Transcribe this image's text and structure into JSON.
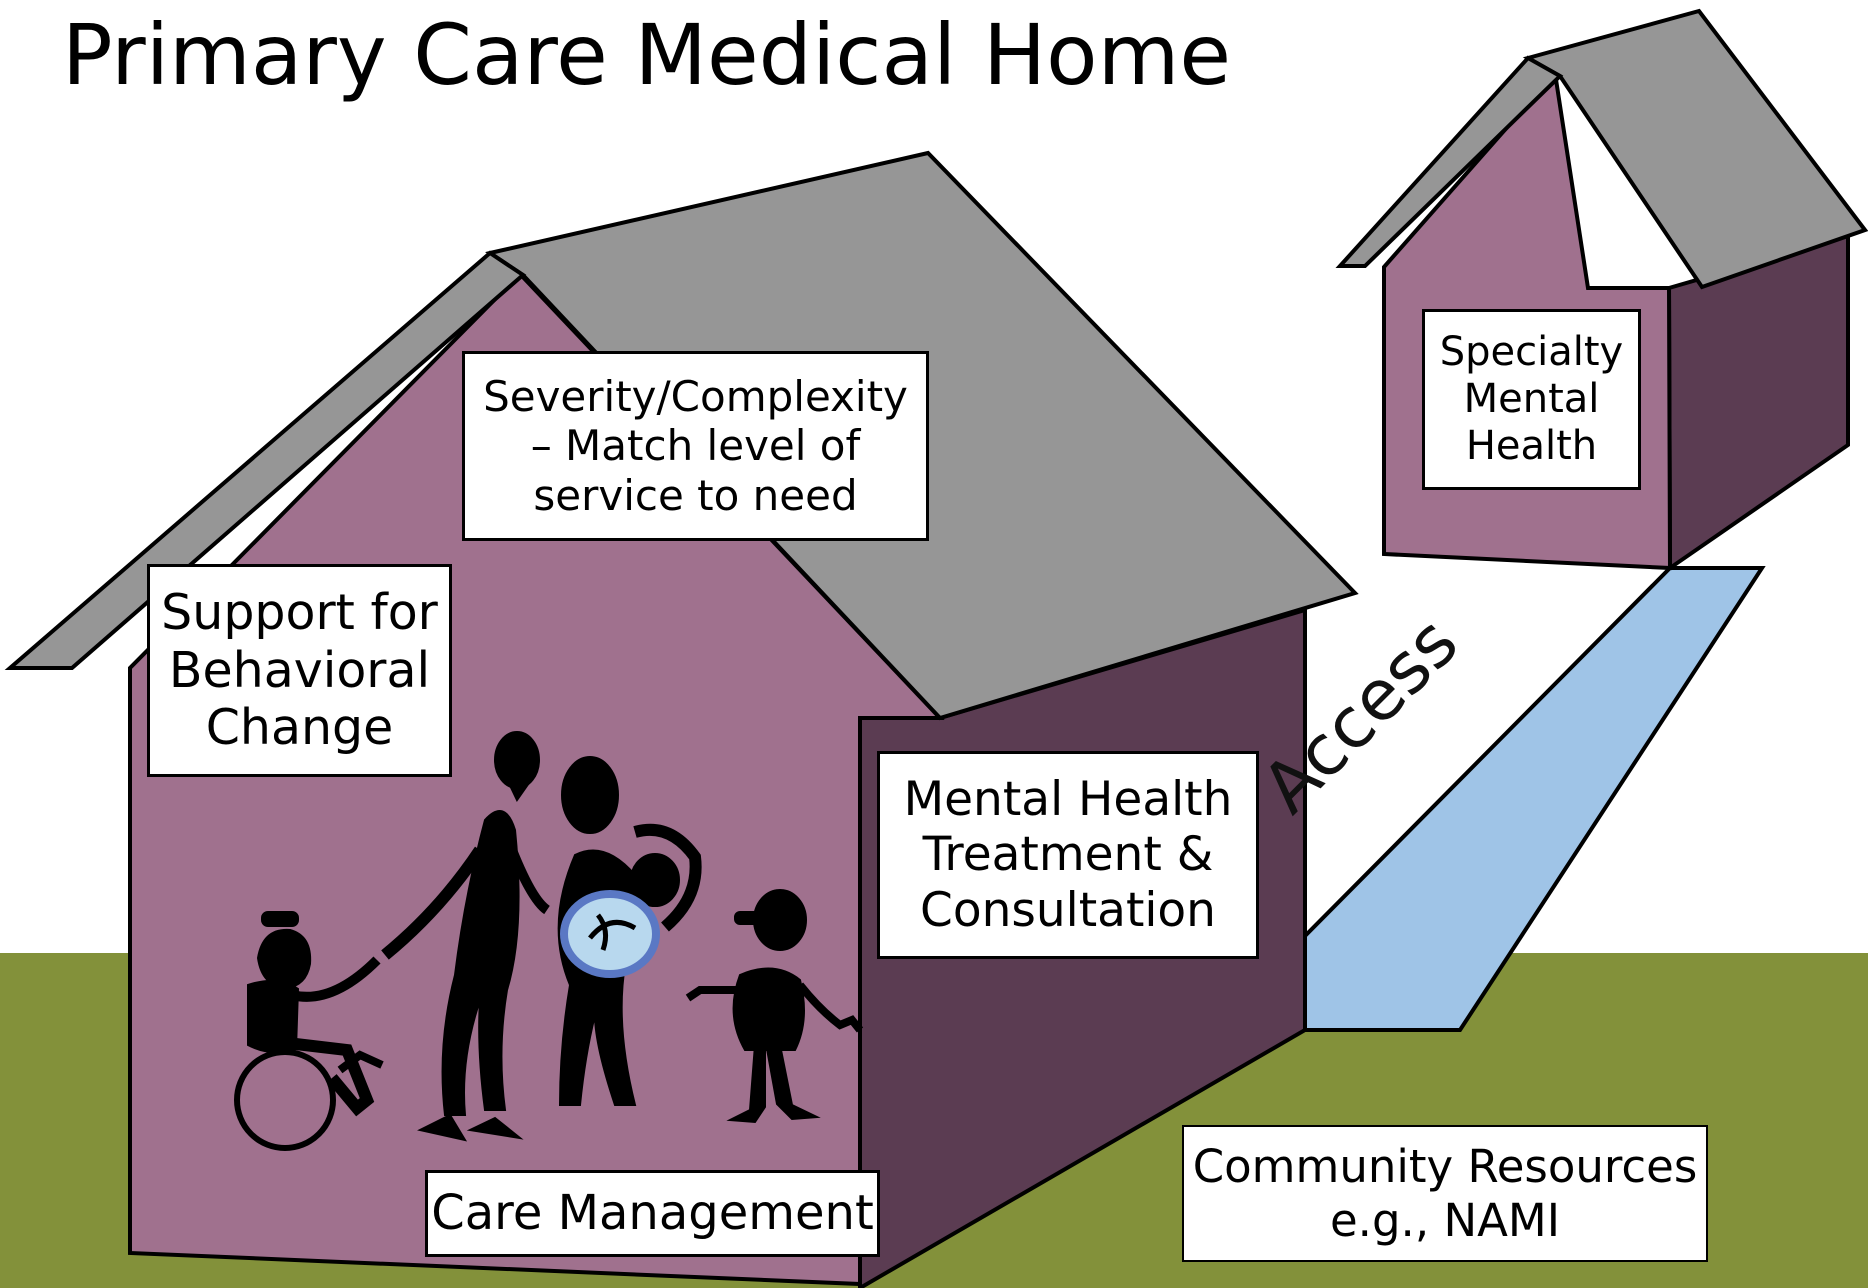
{
  "title": "Primary Care Medical Home",
  "labels": {
    "severity": "Severity/Complexity\n– Match level of\nservice to need",
    "behavioral": "Support for\nBehavioral\nChange",
    "mental_health": "Mental Health\nTreatment  &\nConsultation",
    "care_management": "Care Management",
    "specialty": "Specialty\nMental\nHealth",
    "community": "Community Resources\ne.g., NAMI",
    "access": "Access"
  },
  "colors": {
    "house_front": "#a0718e",
    "house_side": "#5b3c52",
    "roof": "#969696",
    "grass": "#83913a",
    "access_path": "#9fc4e7",
    "outline": "#000000"
  },
  "icons": [
    "family-figures-icon",
    "wheelchair-icon"
  ]
}
